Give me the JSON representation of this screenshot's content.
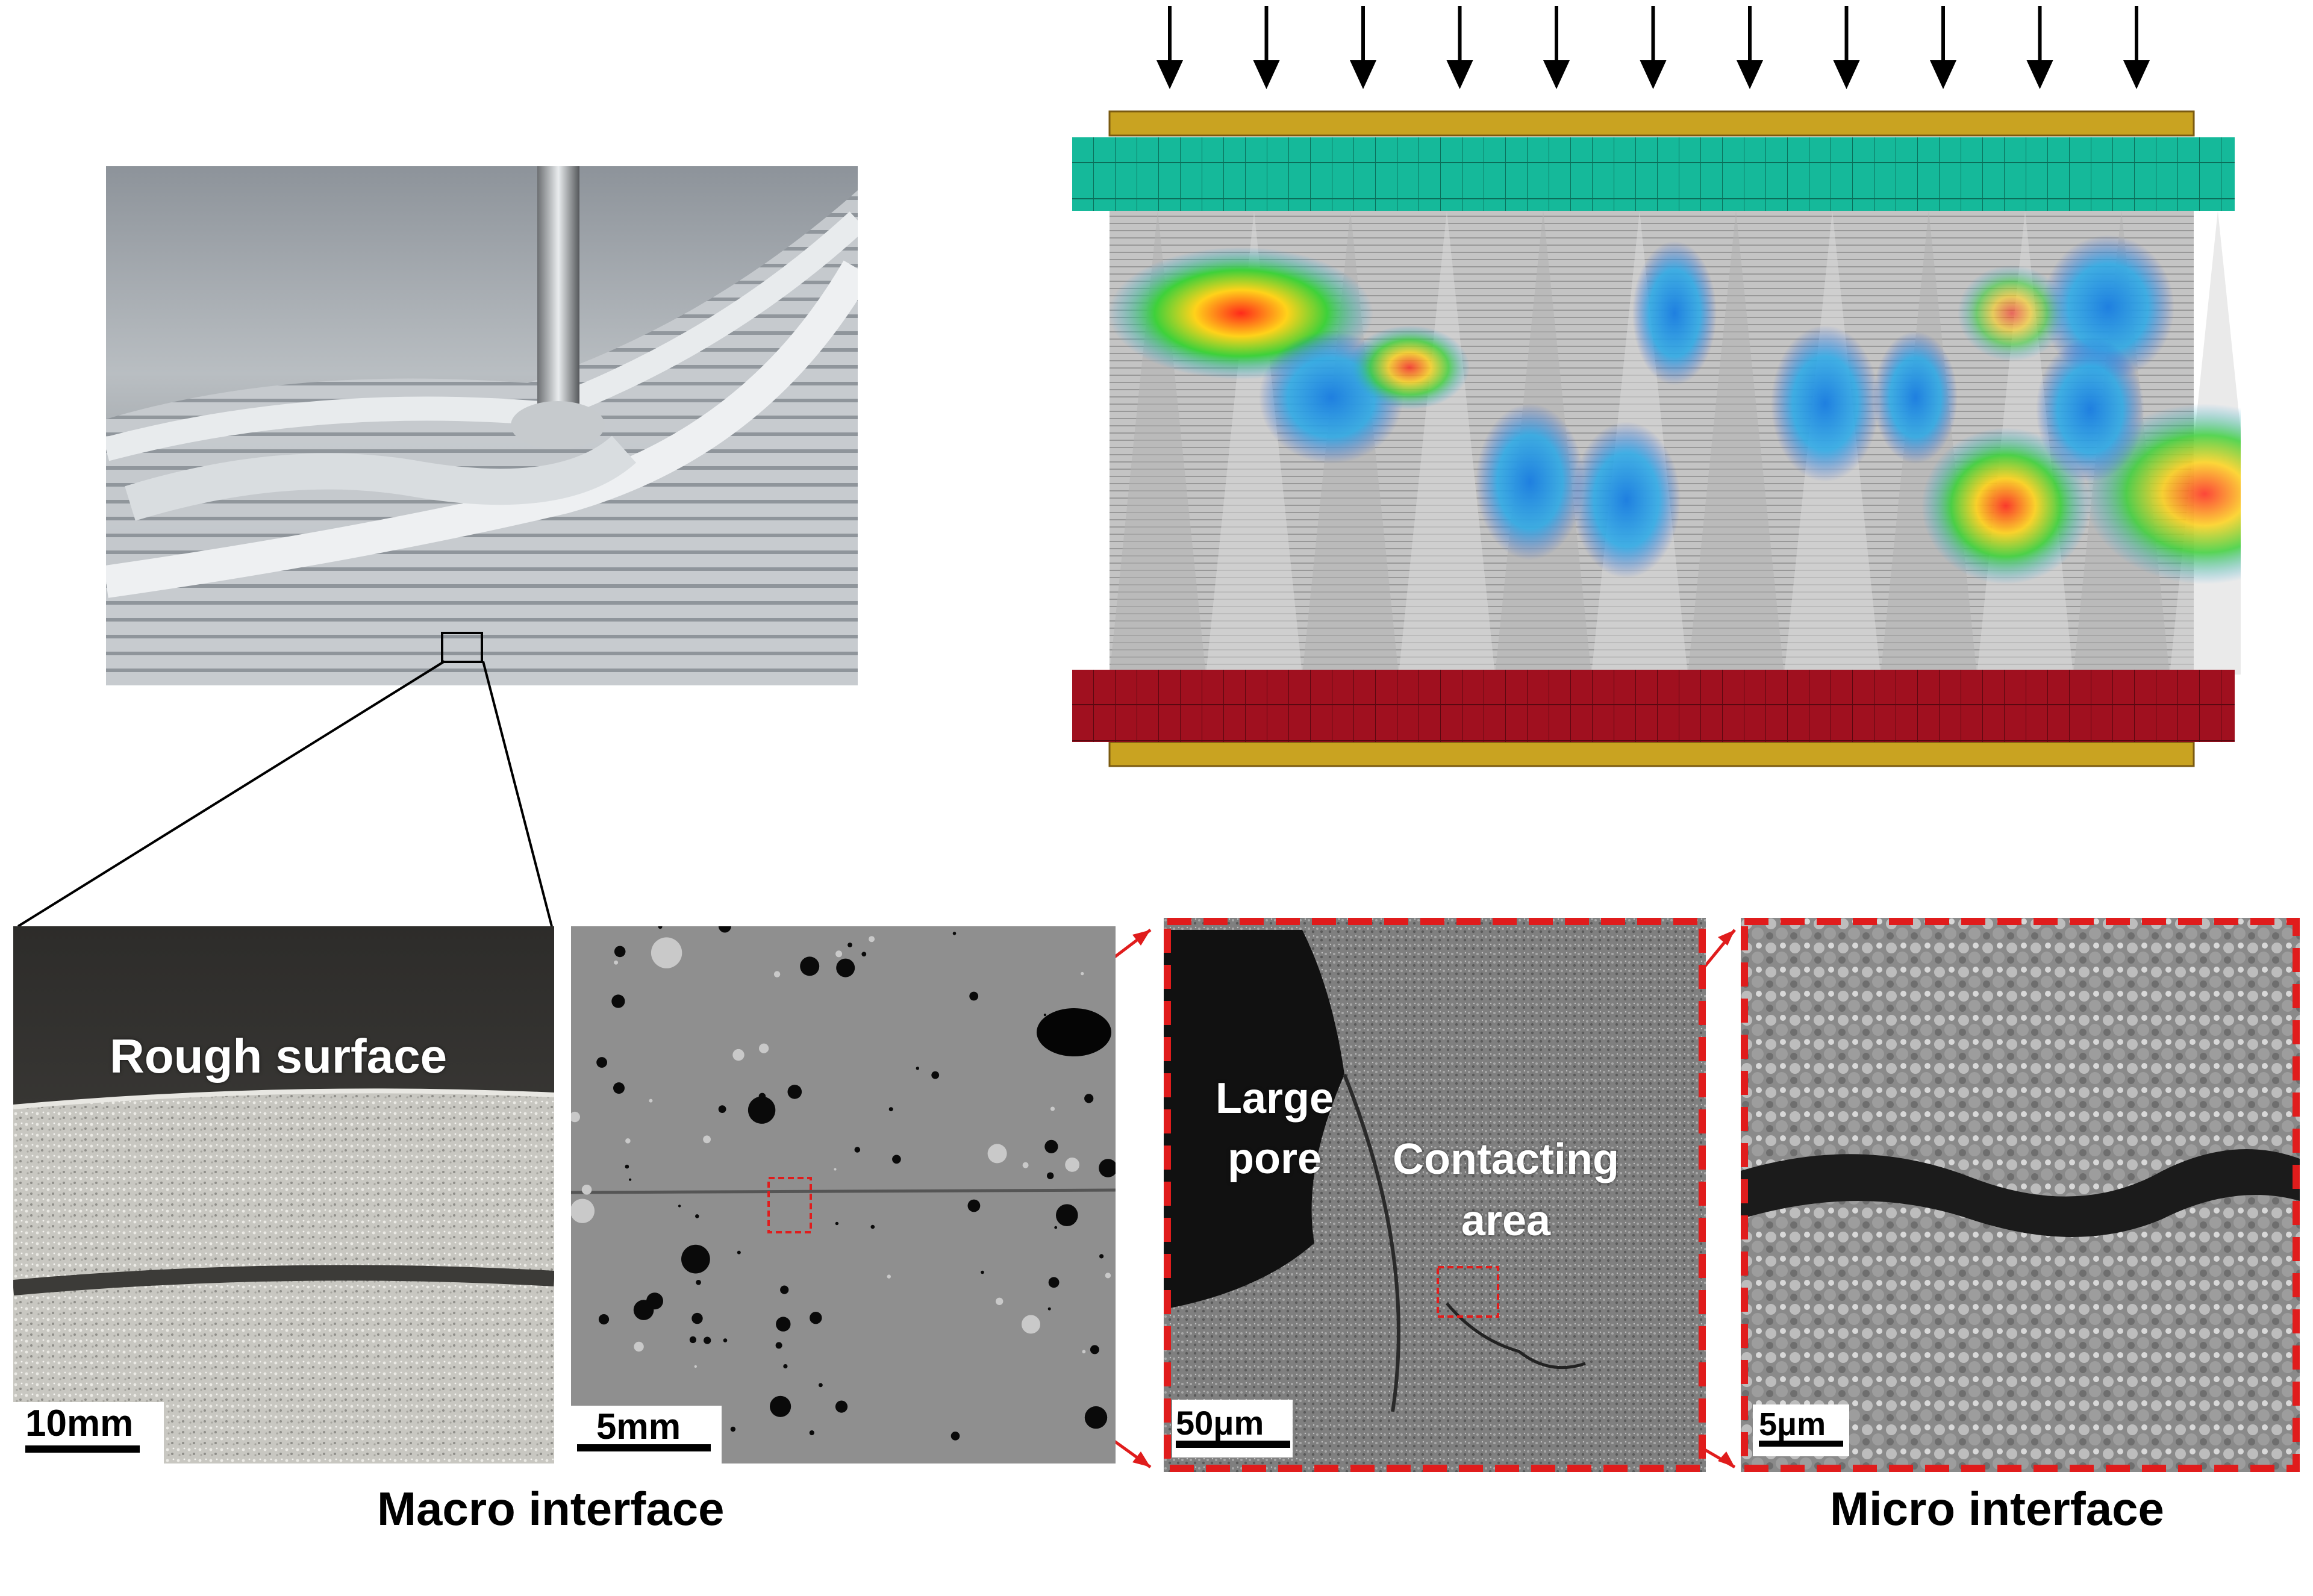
{
  "colors": {
    "top_plate_cyan": "#15b99a",
    "bottom_plate_red": "#a0101f",
    "plate_gold": "#c9a321",
    "callout_red": "#e01c1c",
    "sem_gray": "#8a8a8a"
  },
  "panels": {
    "photo_printing": {
      "icon": "3d-printing-nozzle-photo"
    },
    "simulation": {
      "icon": "compression-fem-damage-map",
      "arrow_count": 11
    },
    "macro_photo": {
      "label": "Rough surface",
      "scale": "10mm"
    },
    "ct_scan": {
      "scale": "5mm"
    },
    "sem_contact": {
      "label_pore": "Large\npore",
      "label_contact": "Contacting\narea",
      "scale": "50μm"
    },
    "sem_micro": {
      "scale": "5μm"
    }
  },
  "captions": {
    "macro": "Macro interface",
    "micro": "Micro interface"
  }
}
